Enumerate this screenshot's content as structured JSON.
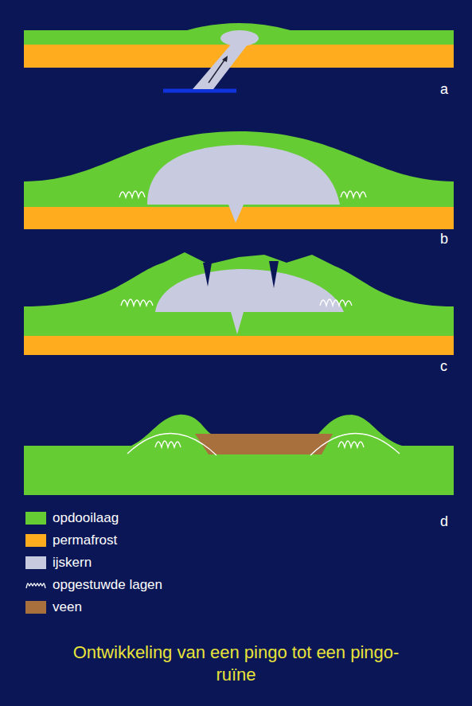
{
  "diagram": {
    "caption": "Ontwikkeling van een pingo tot een pingo-ruïne",
    "labels": [
      "a",
      "b",
      "c",
      "d"
    ],
    "legend": [
      {
        "text": "opdooilaag",
        "color": "#66cc33"
      },
      {
        "text": "permafrost",
        "color": "#ffad1f"
      },
      {
        "text": "ijskern",
        "color": "#c8cae0"
      },
      {
        "text": "opgestuwde lagen"
      },
      {
        "text": "veen",
        "color": "#a8703c"
      }
    ]
  }
}
